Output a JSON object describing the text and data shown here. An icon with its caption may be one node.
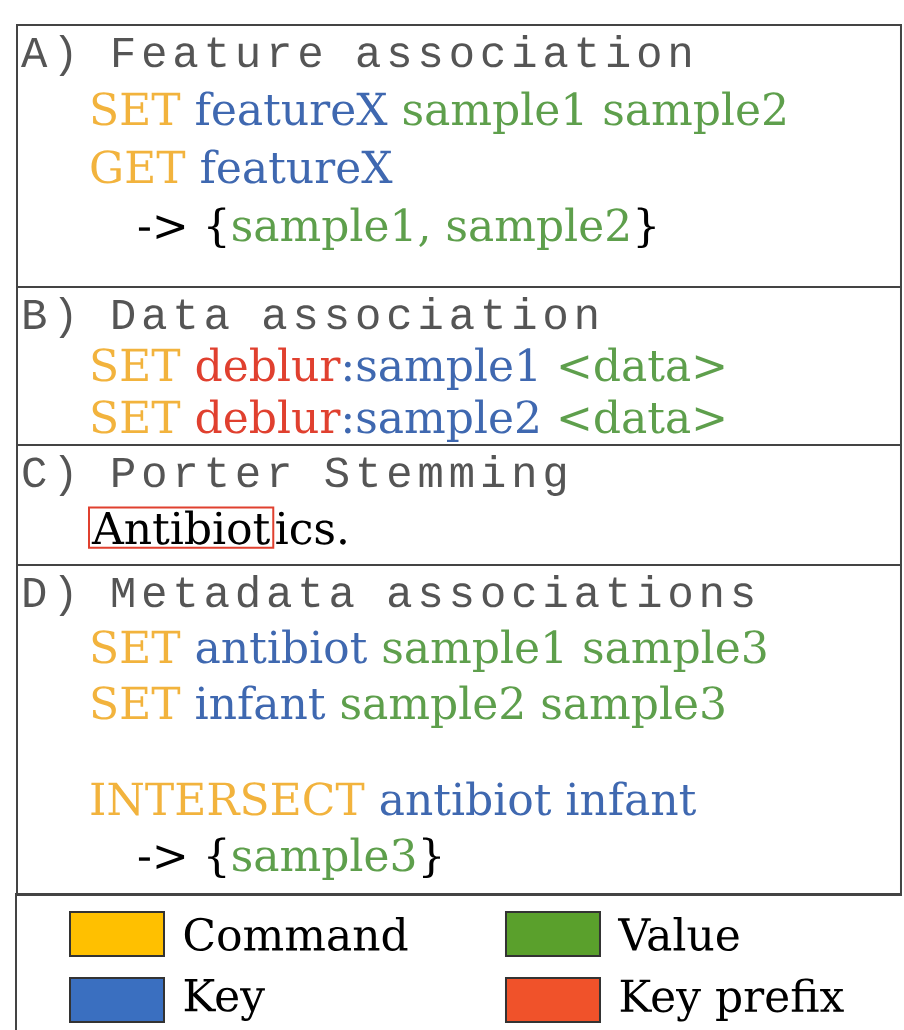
{
  "diagram": {
    "nodes": [
      {
        "text": [
          "A) Feature association",
          "SET",
          "featureX",
          "sample1 sample2",
          "GET",
          "featureX",
          "-> {",
          "sample1, sample2",
          "}"
        ]
      },
      {
        "text": [
          "B) Data association",
          "SET",
          "deblur",
          ":sample1",
          "<data>",
          "SET",
          "deblur",
          ":sample2",
          "<data>"
        ]
      },
      {
        "text": [
          "C) Porter Stemming",
          "ics."
        ]
      },
      {
        "text": [
          "Antibiot"
        ],
        "in": 2
      },
      {
        "text": [
          "D) Metadata associations",
          "SET",
          "antibiot",
          "sample1 sample3",
          "SET",
          "infant",
          "sample2 sample3",
          "INTERSECT",
          "antibiot infant",
          "-> {",
          "sample3",
          "}"
        ]
      }
    ],
    "legend": [
      {
        "text": "Command",
        "color": "#ffc000"
      },
      {
        "text": "Value",
        "color": "#5aa02c"
      },
      {
        "text": "Key",
        "color": "#3a6fc0"
      },
      {
        "text": "Key prefix",
        "color": "#f0522a"
      }
    ]
  }
}
